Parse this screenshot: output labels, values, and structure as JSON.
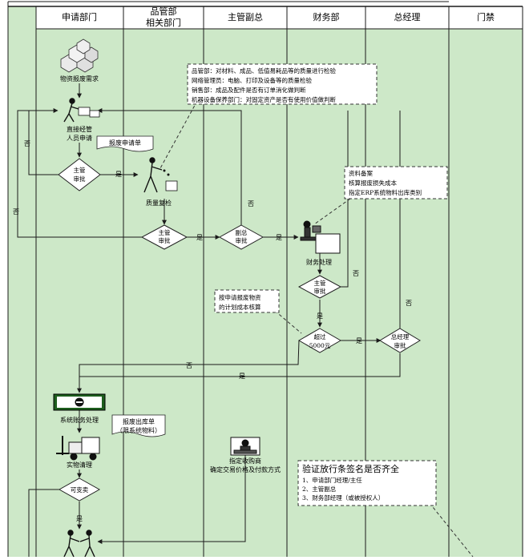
{
  "colors": {
    "lane": "#cde8c8",
    "border": "#1a1a1a",
    "diamond": "#ffffff",
    "dash": "#333333"
  },
  "lanes": [
    {
      "id": "apply",
      "header": "申请部门"
    },
    {
      "id": "quality",
      "header_line1": "品管部",
      "header_line2": "相关部门"
    },
    {
      "id": "vp",
      "header": "主管副总"
    },
    {
      "id": "finance",
      "header": "财务部"
    },
    {
      "id": "gm",
      "header": "总经理"
    },
    {
      "id": "guard",
      "header": "门禁"
    }
  ],
  "nodes": {
    "need": "物资报废需求",
    "apply_line1": "直接经管",
    "apply_line2": "人员申请",
    "form": "报废申请单",
    "supervisor_approve_1_line1": "主管",
    "supervisor_approve_1_line2": "审批",
    "quality_check": "质量复检",
    "supervisor_approve_2_line1": "主管",
    "supervisor_approve_2_line2": "审批",
    "vp_approve_line1": "副总",
    "vp_approve_line2": "审批",
    "finance_process": "财务处理",
    "supervisor_approve_3_line1": "主管",
    "supervisor_approve_3_line2": "审批",
    "over_limit_line1": "超过",
    "over_limit_line2": "5000元",
    "gm_approve_line1": "总经理",
    "gm_approve_line2": "审批",
    "system_process": "系统账务处理",
    "outbound_line1": "报废出库单",
    "outbound_line2": "（限系统物料）",
    "physical_clear": "实物清理",
    "saleable": "可变卖",
    "buyer_line1": "指定收购商",
    "buyer_line2": "确定交易价格及付款方式"
  },
  "edges": {
    "yes": "是",
    "no": "否"
  },
  "notes": {
    "quality_note": [
      "品管部：对材料、成品、低值易耗品等的质量进行检验",
      "网络管理员：电脑、打印及设备等的质量检验",
      "销售部：成品及配件是否有订单消化做判断",
      "机器设备保养部门：对固定资产是否有使用价值做判断"
    ],
    "finance_note": [
      "资料备案",
      "核算报废损失成本",
      "指定ERP系统物料出库类别"
    ],
    "cost_note": [
      "按申请报废物资",
      "的计划成本核算"
    ],
    "guard_note_title": "验证放行条签名是否齐全",
    "guard_note": [
      "1、申请部门经理/主任",
      "2、主管副总",
      "3、财务部经理（或被授权人）"
    ]
  }
}
